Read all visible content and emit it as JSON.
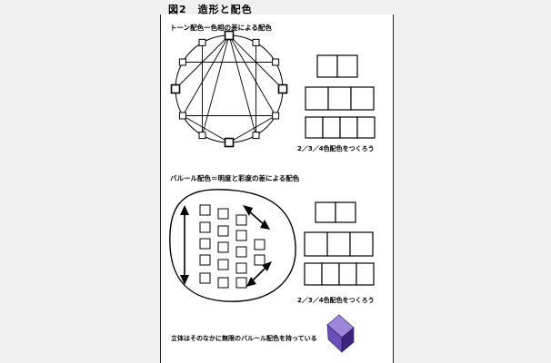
{
  "figure_title": "図2　造形と配色",
  "sections": {
    "tone": {
      "heading": "トーン配色ー色相の差による配色",
      "caption": "2／3／4色配色をつくろう"
    },
    "valeur": {
      "heading": "バルール配色＝明度と彩度の差による配色",
      "caption": "2／3／4色配色をつくろう"
    },
    "solid": {
      "heading": "立体はそのなかに無限のバルール配色を持っている"
    }
  },
  "colors": {
    "cube_top": "#9b86d9",
    "cube_left": "#6a4fb8",
    "cube_right": "#3b2380",
    "cube_edge": "#2b1a5e"
  }
}
